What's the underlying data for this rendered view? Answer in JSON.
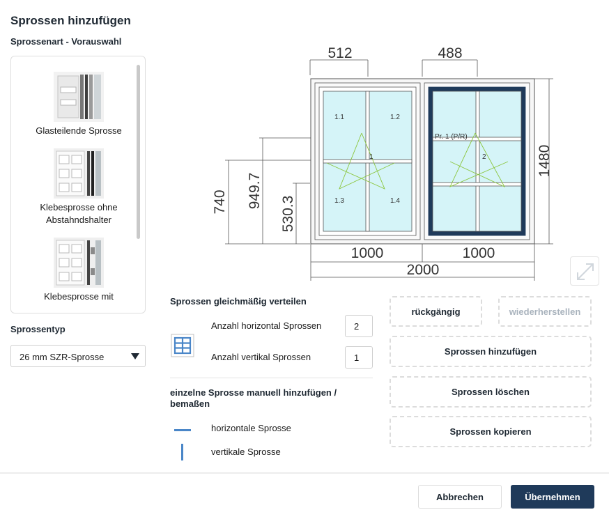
{
  "dialog": {
    "title": "Sprossen hinzufügen"
  },
  "preselection": {
    "label": "Sprossenart - Vorauswahl",
    "items": [
      {
        "label": "Glasteilende Sprosse"
      },
      {
        "label": "Klebesprosse ohne Abstahndshalter"
      },
      {
        "label": "Klebesprosse mit Abstandshalter"
      }
    ]
  },
  "sprossentyp": {
    "label": "Sprossentyp",
    "selected": "26 mm SZR-Sprosse"
  },
  "drawing": {
    "top_dims": [
      "512",
      "488"
    ],
    "bottom_dims": [
      "1000",
      "1000"
    ],
    "total_width": "2000",
    "total_height": "1480",
    "left_dims": [
      "740",
      "949.7",
      "530.3"
    ],
    "fields_left": [
      "1.1",
      "1.2",
      "1.3",
      "1.4"
    ],
    "center_label": "1",
    "right_label": "2",
    "profile_label": "Pr. 1 (P/R)",
    "colors": {
      "frame": "#555555",
      "glass": "#d5f4f8",
      "selected": "#1f3a5a",
      "opening": "#8cc63f"
    }
  },
  "distribute": {
    "heading": "Sprossen gleichmäßig verteilen",
    "horizontal_label": "Anzahl horizontal Sprossen",
    "horizontal_value": "2",
    "vertical_label": "Anzahl vertikal Sprossen",
    "vertical_value": "1"
  },
  "manual": {
    "heading": "einzelne Sprosse manuell hinzufügen / bemaßen",
    "horizontal_label": "horizontale Sprosse",
    "vertical_label": "vertikale Sprosse"
  },
  "actions": {
    "undo": "rückgängig",
    "redo": "wiederherstellen",
    "add": "Sprossen hinzufügen",
    "delete": "Sprossen löschen",
    "copy": "Sprossen kopieren"
  },
  "footer": {
    "cancel": "Abbrechen",
    "apply": "Übernehmen"
  }
}
